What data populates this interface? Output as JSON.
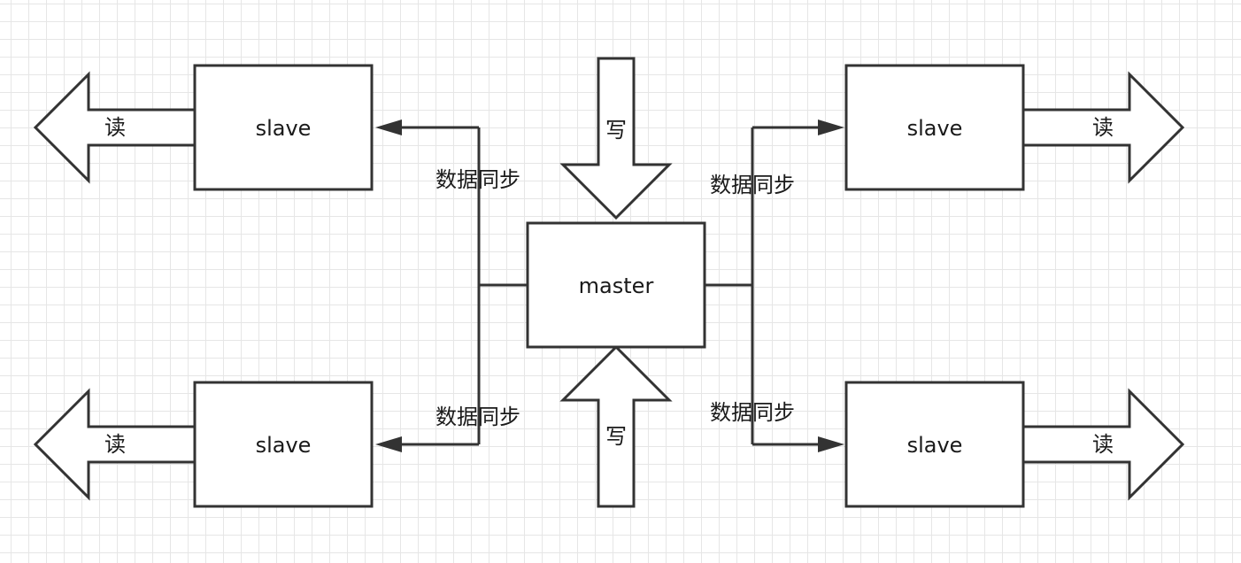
{
  "diagram": {
    "master": {
      "label": "master"
    },
    "slaves": {
      "top_left": {
        "label": "slave"
      },
      "top_right": {
        "label": "slave"
      },
      "bottom_left": {
        "label": "slave"
      },
      "bottom_right": {
        "label": "slave"
      }
    },
    "read_arrows": {
      "top_left": {
        "label": "读"
      },
      "top_right": {
        "label": "读"
      },
      "bottom_left": {
        "label": "读"
      },
      "bottom_right": {
        "label": "读"
      }
    },
    "write_arrows": {
      "top": {
        "label": "写"
      },
      "bottom": {
        "label": "写"
      }
    },
    "sync_labels": {
      "top_left": "数据同步",
      "top_right": "数据同步",
      "bottom_left": "数据同步",
      "bottom_right": "数据同步"
    }
  }
}
